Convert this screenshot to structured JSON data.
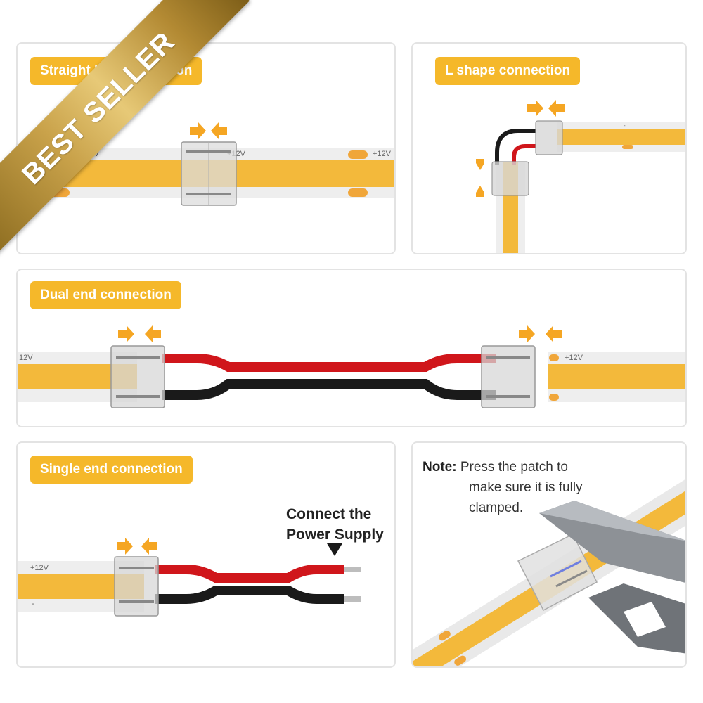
{
  "ribbon": {
    "text": "BEST SELLER"
  },
  "panels": {
    "straight": {
      "label": "Straight line connection"
    },
    "l_shape": {
      "label": "L shape connection"
    },
    "dual": {
      "label": "Dual end connection"
    },
    "single": {
      "label": "Single end connection",
      "power_line1": "Connect the",
      "power_line2": "Power Supply"
    },
    "note": {
      "label": "Note:",
      "line1": "Press the patch to",
      "line2": "make sure it is fully",
      "line3": "clamped."
    }
  },
  "strip": {
    "voltage": "+12V",
    "minus": "-"
  },
  "colors": {
    "accent": "#f5b82a",
    "strip": "#f3b93b",
    "wire_red": "#d0161b",
    "wire_black": "#1a1a1a",
    "ribbon_gold": "#c9a24a"
  }
}
